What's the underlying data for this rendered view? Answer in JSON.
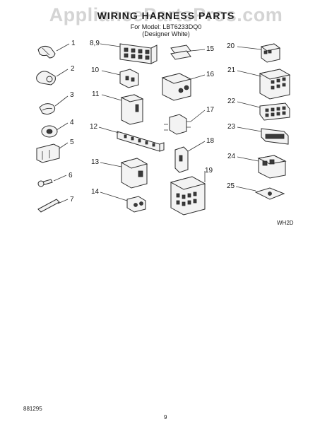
{
  "watermark": "AppliancePartsPros.com",
  "title": "WIRING HARNESS PARTS",
  "model_line": "For Model: LBT6233DQ0",
  "color_line": "(Designer White)",
  "code_label": "WH2D",
  "footer_left": "881295",
  "footer_page": "9",
  "labels": [
    "1",
    "2",
    "3",
    "4",
    "5",
    "6",
    "7",
    "8,9",
    "10",
    "11",
    "12",
    "13",
    "14",
    "15",
    "16",
    "17",
    "18",
    "19",
    "20",
    "21",
    "22",
    "23",
    "24",
    "25"
  ]
}
